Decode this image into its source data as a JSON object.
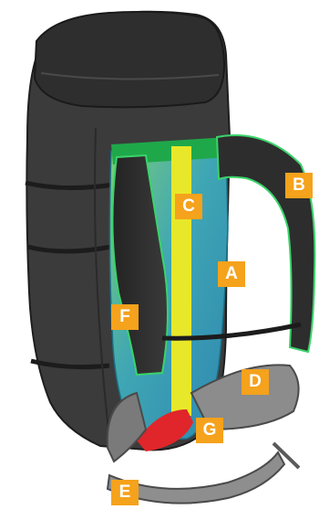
{
  "callouts": {
    "a": "A",
    "b": "B",
    "c": "C",
    "d": "D",
    "e": "E",
    "f": "F",
    "g": "G"
  },
  "colors": {
    "pack_body": "#3b3b3b",
    "pack_dark": "#262626",
    "back_panel_teal": "#3a9fb5",
    "back_panel_green": "#8fd16a",
    "center_strip": "#e8e82a",
    "lumbar_red": "#e0262a",
    "accent_green": "#1fa84a",
    "harness_gray": "#8c8c8c",
    "callout_orange": "#f5a21c"
  }
}
